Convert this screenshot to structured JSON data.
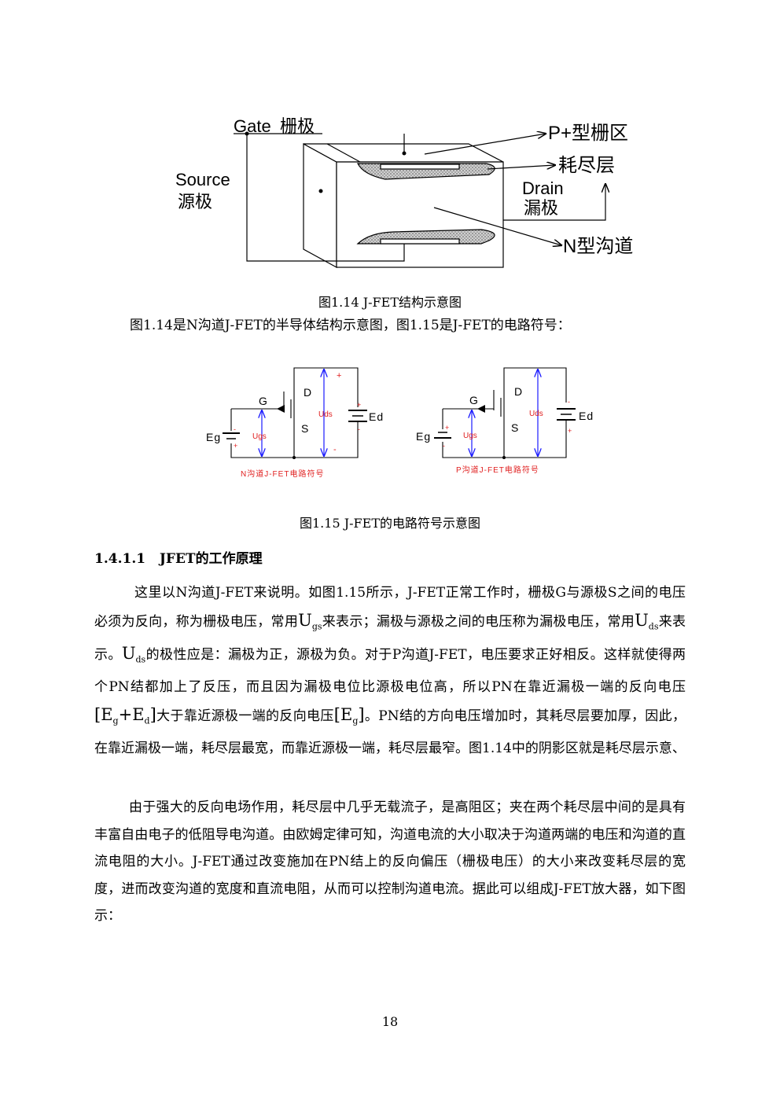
{
  "figure_1_14": {
    "gate_label": "Gate",
    "gate_cn": "栅极",
    "source_label": "Source",
    "source_cn": "源极",
    "drain_label": "Drain",
    "drain_cn": "漏极",
    "p_gate_region": "P+型栅区",
    "depletion_layer": "耗尽层",
    "n_channel": "N型沟道",
    "caption": "图1.14 J-FET结构示意图"
  },
  "intro_line": "图1.14是N沟道J-FET的半导体结构示意图，图1.15是J-FET的电路符号：",
  "figure_1_15": {
    "n_circuit": {
      "G": "G",
      "D": "D",
      "S": "S",
      "Eg": "Eg",
      "Ed": "Ed",
      "Ugs": "Ugs",
      "Uds": "Uds",
      "plus": "+",
      "minus": "-",
      "label": "N沟道J-FET电路符号"
    },
    "p_circuit": {
      "G": "G",
      "D": "D",
      "S": "S",
      "Eg": "Eg",
      "Ed": "Ed",
      "Ugs": "Ugs",
      "Uds": "Uds",
      "plus": "+",
      "minus": "-",
      "label": "P沟道J-FET电路符号"
    },
    "caption": "图1.15 J-FET的电路符号示意图"
  },
  "section": {
    "number": "1.4.1.1",
    "title": "JFET的工作原理"
  },
  "para1": {
    "t1": "这里以N沟道J-FET来说明。如图1.15所示，J-FET正常工作时，栅极G与源极S之间的电压必须为反向，称为栅极电压，常用",
    "U1": "U",
    "gs": "gs",
    "t2": "来表示；漏极与源极之间的电压称为漏极电压，常用",
    "U2": "U",
    "ds1": "ds",
    "t3": "来表示。",
    "U3": "U",
    "ds2": "ds",
    "t4": "的极性应是：漏极为正，源极为负。对于P沟道J-FET，电压要求正好相反。这样就使得两个PN结都加上了反压，而且因为漏极电位比源极电位高，所以PN在靠近漏极一端的反向电压",
    "br1": "[",
    "E1": "E",
    "g1": "g",
    "plus_sign": "+",
    "E2": "E",
    "d1": "d",
    "br2": "]",
    "t5": "大于靠近源极一端的反向电压",
    "br3": "[",
    "E3": "E",
    "g2": "g",
    "br4": "]",
    "t6": "。PN结的方向电压增加时，其耗尽层要加厚，因此，在靠近漏极一端，耗尽层最宽，而靠近源极一端，耗尽层最窄。图1.14中的阴影区就是耗尽层示意、"
  },
  "para2": "由于强大的反向电场作用，耗尽层中几乎无载流子，是高阻区；夹在两个耗尽层中间的是具有丰富自由电子的低阻导电沟道。由欧姆定律可知，沟道电流的大小取决于沟道两端的电压和沟道的直流电阻的大小。J-FET通过改变施加在PN结上的反向偏压（栅极电压）的大小来改变耗尽层的宽度，进而改变沟道的宽度和直流电阻，从而可以控制沟道电流。据此可以组成J-FET放大器，如下图示：",
  "page_number": "18"
}
